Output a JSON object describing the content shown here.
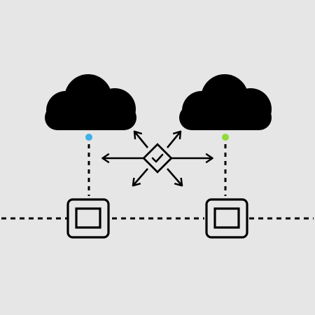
{
  "colors": {
    "background": "#e6e6e6",
    "stroke": "#000000",
    "cloud_left_dot": "#3fb0e8",
    "cloud_right_dot": "#8fdb3a"
  },
  "diagram": {
    "clouds": [
      {
        "name": "cloud-left",
        "icon": "cloud-icon"
      },
      {
        "name": "cloud-right",
        "icon": "cloud-icon"
      }
    ],
    "nodes": [
      {
        "name": "node-left",
        "icon": "device-box-icon"
      },
      {
        "name": "node-right",
        "icon": "device-box-icon"
      }
    ],
    "hub": {
      "icon": "check-diamond-icon",
      "arrows": [
        "left",
        "right",
        "up-left",
        "up-right",
        "down-left",
        "down-right"
      ]
    },
    "connectors": [
      "dotted-horizontal-line",
      "dotted-vertical-left",
      "dotted-vertical-right"
    ]
  }
}
